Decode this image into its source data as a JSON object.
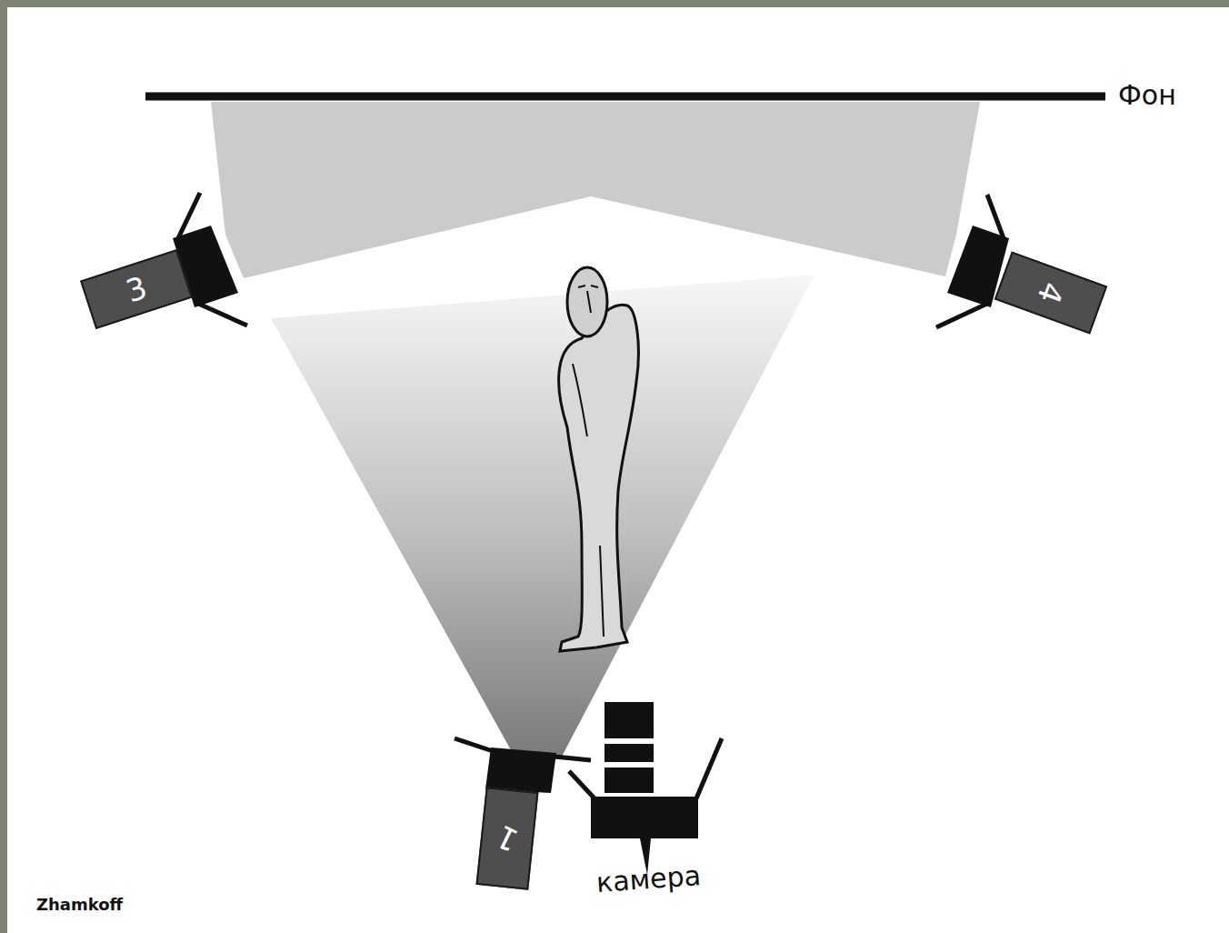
{
  "diagram": {
    "nodes": [
      {
        "text": [
          "3"
        ]
      },
      {
        "text": [
          "4"
        ]
      },
      {
        "text": [
          "1"
        ]
      }
    ],
    "labels": [
      "Фон",
      "камера",
      "Zhamkoff"
    ]
  }
}
